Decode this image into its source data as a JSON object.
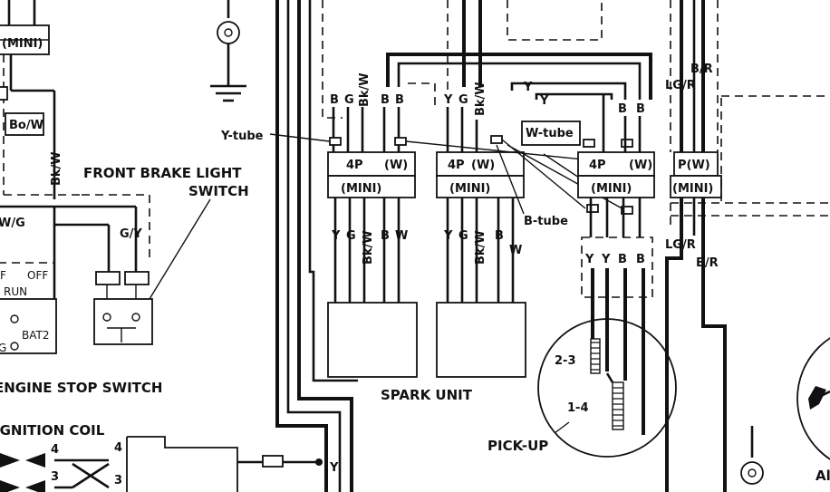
{
  "components": {
    "front_brake_light_switch": [
      "FRONT BRAKE LIGHT",
      "SWITCH"
    ],
    "engine_stop_switch": "ENGINE STOP SWITCH",
    "ignition_coil": "IGNITION COIL",
    "spark_unit": "SPARK UNIT",
    "pick_up": "PICK-UP",
    "pickup_coil_a": "2-3",
    "pickup_coil_b": "1-4",
    "switch_off_left": "F",
    "switch_off": "OFF",
    "switch_run": "RUN",
    "bat2": "BAT2",
    "terminal_g": "G",
    "coil_terminal_4a": "4",
    "coil_terminal_4b": "4",
    "coil_terminal_3a": "3",
    "coil_terminal_3b": "3",
    "cut_edge_label": "Al"
  },
  "connectors": {
    "mini": "(MINI)",
    "four_p_left": "4P",
    "four_p_right": "4P",
    "w_left": "(W)",
    "w_mid": "(W)",
    "w_right": "(W)",
    "p_w": "P(W)",
    "top_left_mini": "(MINI)"
  },
  "tubes": {
    "y_tube": "Y-tube",
    "w_tube": "W-tube",
    "b_tube": "B-tube"
  },
  "wire_labels": {
    "bo_w": "Bo/W",
    "bk_w_left": "Bk/W",
    "w_g": "W/G",
    "g_y": "G/Y",
    "b_r_top": "B/R",
    "lg_r_top": "LG/R",
    "lg_r_bottom": "LG/R",
    "b_r_bottom": "B/R",
    "y_bottom": "Y",
    "y_top_a": "Y",
    "y_top_b": "Y",
    "connector_a_top": [
      "B",
      "G",
      "Bk/W",
      "B",
      "B"
    ],
    "connector_b_top": [
      "Y",
      "G",
      "Bk/W"
    ],
    "connector_c_top": [
      "B",
      "B"
    ],
    "connector_a_bottom": [
      "Y",
      "G",
      "Bk/W",
      "B",
      "W"
    ],
    "connector_b_bottom": [
      "Y",
      "G",
      "Bk/W",
      "B",
      "W"
    ],
    "connector_c_bottom": [
      "Y",
      "Y",
      "B",
      "B"
    ]
  }
}
